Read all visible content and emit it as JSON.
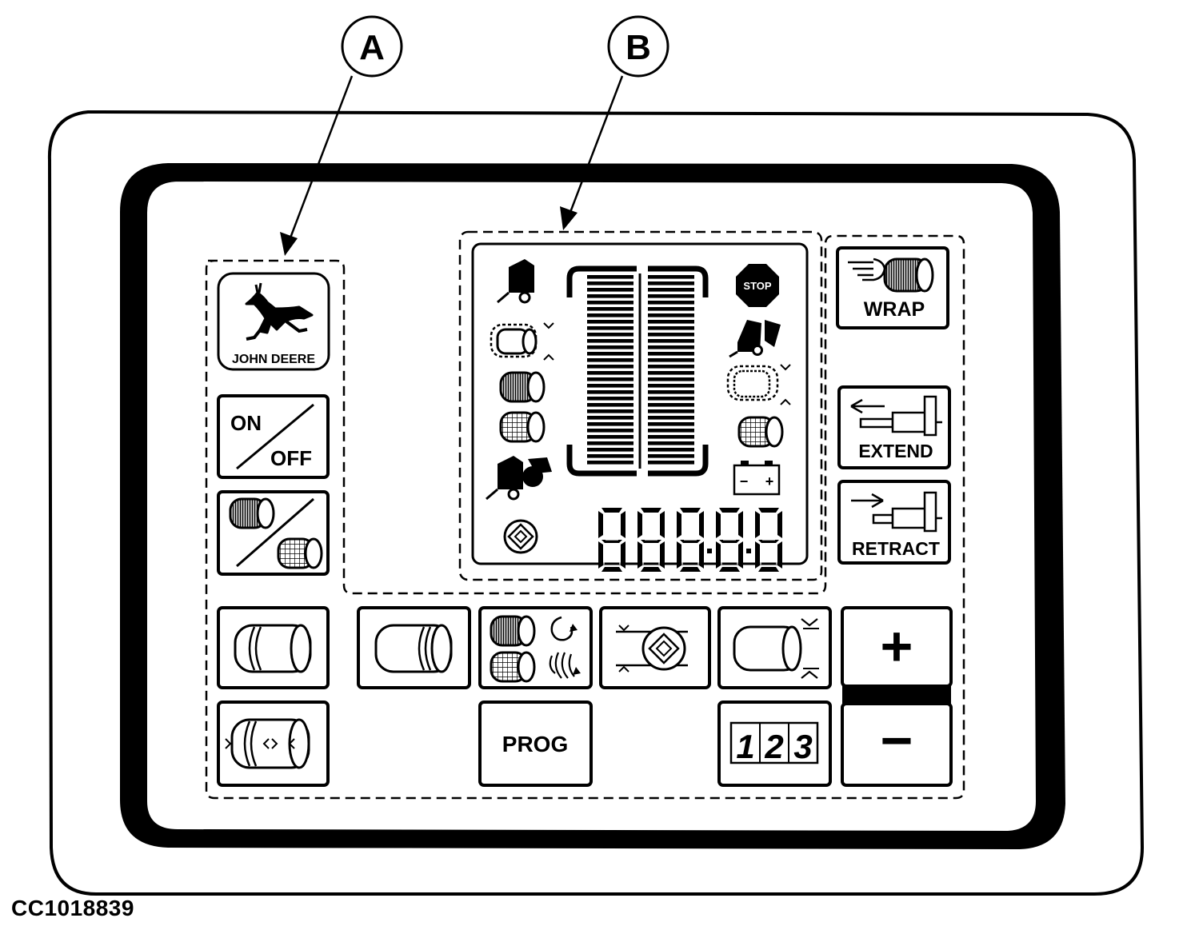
{
  "callouts": {
    "a": "A",
    "b": "B"
  },
  "logo": {
    "text": "JOHN DEERE"
  },
  "buttons": {
    "on": "ON",
    "off": "OFF",
    "wrap": "WRAP",
    "extend": "EXTEND",
    "retract": "RETRACT",
    "prog": "PROG",
    "plus": "+",
    "minus": "−",
    "counter_digits": [
      "1",
      "2",
      "3"
    ]
  },
  "display": {
    "stop": "STOP",
    "readout": "88888",
    "battery_minus": "−",
    "battery_plus": "+"
  },
  "reference_code": "CC1018839"
}
